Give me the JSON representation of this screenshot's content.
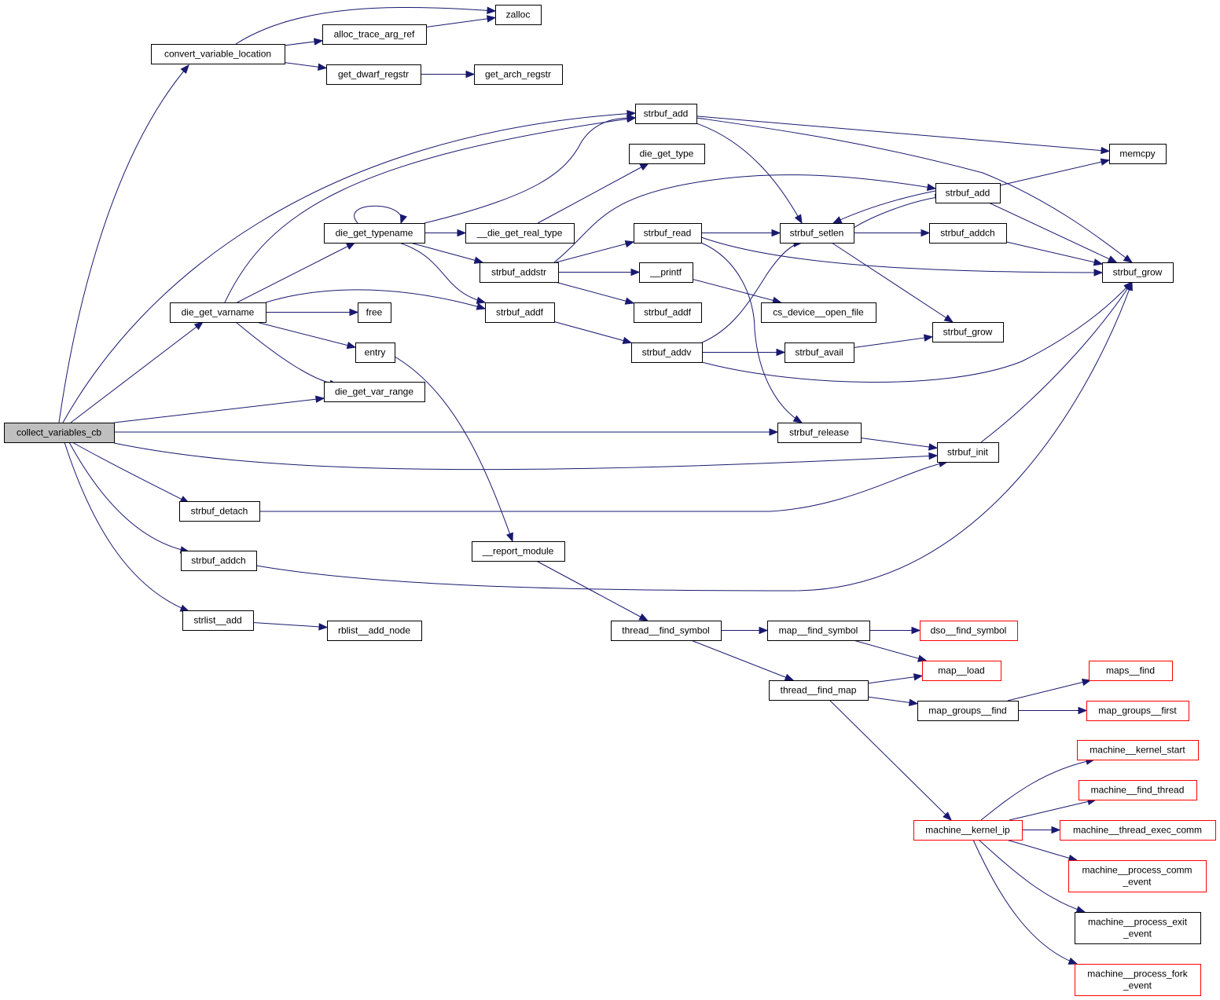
{
  "title": "collect_variables_cb call graph",
  "colors": {
    "edge": "#191970",
    "root_fill": "#bfbfbf",
    "external_border": "#ff0000",
    "node_border": "#000000"
  },
  "nodes": [
    {
      "id": "collect_variables_cb",
      "label": "collect_variables_cb",
      "kind": "root"
    },
    {
      "id": "convert_variable_location",
      "label": "convert_variable_location",
      "kind": "normal"
    },
    {
      "id": "zalloc",
      "label": "zalloc",
      "kind": "normal"
    },
    {
      "id": "alloc_trace_arg_ref",
      "label": "alloc_trace_arg_ref",
      "kind": "normal"
    },
    {
      "id": "get_dwarf_regstr",
      "label": "get_dwarf_regstr",
      "kind": "normal"
    },
    {
      "id": "get_arch_regstr",
      "label": "get_arch_regstr",
      "kind": "normal"
    },
    {
      "id": "strbuf_add_1",
      "label": "strbuf_add",
      "kind": "normal"
    },
    {
      "id": "die_get_type",
      "label": "die_get_type",
      "kind": "normal"
    },
    {
      "id": "memcpy",
      "label": "memcpy",
      "kind": "normal"
    },
    {
      "id": "strbuf_add_2",
      "label": "strbuf_add",
      "kind": "normal"
    },
    {
      "id": "die_get_typename",
      "label": "die_get_typename",
      "kind": "normal"
    },
    {
      "id": "__die_get_real_type",
      "label": "__die_get_real_type",
      "kind": "normal"
    },
    {
      "id": "strbuf_read",
      "label": "strbuf_read",
      "kind": "normal"
    },
    {
      "id": "strbuf_setlen",
      "label": "strbuf_setlen",
      "kind": "normal"
    },
    {
      "id": "strbuf_addch_1",
      "label": "strbuf_addch",
      "kind": "normal"
    },
    {
      "id": "strbuf_grow_1",
      "label": "strbuf_grow",
      "kind": "normal"
    },
    {
      "id": "strbuf_addstr",
      "label": "strbuf_addstr",
      "kind": "normal"
    },
    {
      "id": "__printf",
      "label": "__printf",
      "kind": "normal"
    },
    {
      "id": "die_get_varname",
      "label": "die_get_varname",
      "kind": "normal"
    },
    {
      "id": "free",
      "label": "free",
      "kind": "normal"
    },
    {
      "id": "strbuf_addf_1",
      "label": "strbuf_addf",
      "kind": "normal"
    },
    {
      "id": "strbuf_addf_2",
      "label": "strbuf_addf",
      "kind": "normal"
    },
    {
      "id": "cs_device__open_file",
      "label": "cs_device__open_file",
      "kind": "normal"
    },
    {
      "id": "strbuf_grow_2",
      "label": "strbuf_grow",
      "kind": "normal"
    },
    {
      "id": "entry",
      "label": "entry",
      "kind": "normal"
    },
    {
      "id": "strbuf_addv",
      "label": "strbuf_addv",
      "kind": "normal"
    },
    {
      "id": "strbuf_avail",
      "label": "strbuf_avail",
      "kind": "normal"
    },
    {
      "id": "die_get_var_range",
      "label": "die_get_var_range",
      "kind": "normal"
    },
    {
      "id": "strbuf_release",
      "label": "strbuf_release",
      "kind": "normal"
    },
    {
      "id": "strbuf_init",
      "label": "strbuf_init",
      "kind": "normal"
    },
    {
      "id": "strbuf_detach",
      "label": "strbuf_detach",
      "kind": "normal"
    },
    {
      "id": "__report_module",
      "label": "__report_module",
      "kind": "normal"
    },
    {
      "id": "strbuf_addch_2",
      "label": "strbuf_addch",
      "kind": "normal"
    },
    {
      "id": "strlist__add",
      "label": "strlist__add",
      "kind": "normal"
    },
    {
      "id": "rblist__add_node",
      "label": "rblist__add_node",
      "kind": "normal"
    },
    {
      "id": "thread__find_symbol",
      "label": "thread__find_symbol",
      "kind": "normal"
    },
    {
      "id": "map__find_symbol",
      "label": "map__find_symbol",
      "kind": "normal"
    },
    {
      "id": "dso__find_symbol",
      "label": "dso__find_symbol",
      "kind": "external"
    },
    {
      "id": "map__load",
      "label": "map__load",
      "kind": "external"
    },
    {
      "id": "thread__find_map",
      "label": "thread__find_map",
      "kind": "normal"
    },
    {
      "id": "maps__find",
      "label": "maps__find",
      "kind": "external"
    },
    {
      "id": "map_groups__find",
      "label": "map_groups__find",
      "kind": "normal"
    },
    {
      "id": "map_groups__first",
      "label": "map_groups__first",
      "kind": "external"
    },
    {
      "id": "machine__kernel_start",
      "label": "machine__kernel_start",
      "kind": "external"
    },
    {
      "id": "machine__find_thread",
      "label": "machine__find_thread",
      "kind": "external"
    },
    {
      "id": "machine__kernel_ip",
      "label": "machine__kernel_ip",
      "kind": "external"
    },
    {
      "id": "machine__thread_exec_comm",
      "label": "machine__thread_exec_comm",
      "kind": "external"
    },
    {
      "id": "machine__process_comm_event",
      "label": "machine__process_comm\n_event",
      "kind": "external"
    },
    {
      "id": "machine__process_exit_event",
      "label": "machine__process_exit\n_event",
      "kind": "normal"
    },
    {
      "id": "machine__process_fork_event",
      "label": "machine__process_fork\n_event",
      "kind": "external"
    }
  ],
  "edges": [
    [
      "collect_variables_cb",
      "convert_variable_location"
    ],
    [
      "convert_variable_location",
      "zalloc"
    ],
    [
      "convert_variable_location",
      "alloc_trace_arg_ref"
    ],
    [
      "convert_variable_location",
      "get_dwarf_regstr"
    ],
    [
      "alloc_trace_arg_ref",
      "zalloc"
    ],
    [
      "get_dwarf_regstr",
      "get_arch_regstr"
    ],
    [
      "collect_variables_cb",
      "strbuf_add_1"
    ],
    [
      "collect_variables_cb",
      "die_get_varname"
    ],
    [
      "collect_variables_cb",
      "die_get_var_range"
    ],
    [
      "collect_variables_cb",
      "strbuf_release"
    ],
    [
      "collect_variables_cb",
      "strbuf_init"
    ],
    [
      "collect_variables_cb",
      "strbuf_detach"
    ],
    [
      "collect_variables_cb",
      "strbuf_addch_2"
    ],
    [
      "collect_variables_cb",
      "strlist__add"
    ],
    [
      "die_get_varname",
      "strbuf_add_1"
    ],
    [
      "die_get_varname",
      "die_get_typename"
    ],
    [
      "die_get_varname",
      "free"
    ],
    [
      "die_get_varname",
      "strbuf_addf_1"
    ],
    [
      "die_get_varname",
      "entry"
    ],
    [
      "die_get_varname",
      "die_get_var_range"
    ],
    [
      "die_get_typename",
      "die_get_typename"
    ],
    [
      "die_get_typename",
      "strbuf_add_1"
    ],
    [
      "die_get_typename",
      "__die_get_real_type"
    ],
    [
      "die_get_typename",
      "strbuf_addstr"
    ],
    [
      "die_get_typename",
      "strbuf_addf_1"
    ],
    [
      "__die_get_real_type",
      "die_get_type"
    ],
    [
      "strbuf_add_1",
      "memcpy"
    ],
    [
      "strbuf_add_1",
      "strbuf_grow_1"
    ],
    [
      "strbuf_add_1",
      "strbuf_setlen"
    ],
    [
      "strbuf_addstr",
      "strbuf_add_2"
    ],
    [
      "strbuf_addstr",
      "strbuf_read"
    ],
    [
      "strbuf_addstr",
      "__printf"
    ],
    [
      "strbuf_addstr",
      "strbuf_addf_2"
    ],
    [
      "strbuf_read",
      "strbuf_setlen"
    ],
    [
      "strbuf_read",
      "strbuf_grow_1"
    ],
    [
      "strbuf_read",
      "strbuf_release"
    ],
    [
      "__printf",
      "cs_device__open_file"
    ],
    [
      "strbuf_addf_1",
      "strbuf_addv"
    ],
    [
      "strbuf_addv",
      "strbuf_setlen"
    ],
    [
      "strbuf_addv",
      "strbuf_avail"
    ],
    [
      "strbuf_addv",
      "strbuf_grow_1"
    ],
    [
      "strbuf_avail",
      "strbuf_grow_2"
    ],
    [
      "strbuf_setlen",
      "strbuf_add_2"
    ],
    [
      "strbuf_setlen",
      "strbuf_addch_1"
    ],
    [
      "strbuf_setlen",
      "strbuf_grow_2"
    ],
    [
      "strbuf_add_2",
      "strbuf_setlen"
    ],
    [
      "strbuf_add_2",
      "memcpy"
    ],
    [
      "strbuf_add_2",
      "strbuf_grow_1"
    ],
    [
      "strbuf_addch_1",
      "strbuf_grow_1"
    ],
    [
      "strbuf_release",
      "strbuf_init"
    ],
    [
      "strbuf_init",
      "strbuf_grow_1"
    ],
    [
      "strbuf_detach",
      "strbuf_init"
    ],
    [
      "strbuf_addch_2",
      "strbuf_grow_1"
    ],
    [
      "entry",
      "__report_module"
    ],
    [
      "strlist__add",
      "rblist__add_node"
    ],
    [
      "__report_module",
      "thread__find_symbol"
    ],
    [
      "thread__find_symbol",
      "map__find_symbol"
    ],
    [
      "thread__find_symbol",
      "thread__find_map"
    ],
    [
      "map__find_symbol",
      "dso__find_symbol"
    ],
    [
      "map__find_symbol",
      "map__load"
    ],
    [
      "thread__find_map",
      "map__load"
    ],
    [
      "thread__find_map",
      "map_groups__find"
    ],
    [
      "thread__find_map",
      "machine__kernel_ip"
    ],
    [
      "map_groups__find",
      "maps__find"
    ],
    [
      "map_groups__find",
      "map_groups__first"
    ],
    [
      "machine__kernel_ip",
      "machine__kernel_start"
    ],
    [
      "machine__kernel_ip",
      "machine__find_thread"
    ],
    [
      "machine__kernel_ip",
      "machine__thread_exec_comm"
    ],
    [
      "machine__kernel_ip",
      "machine__process_comm_event"
    ],
    [
      "machine__kernel_ip",
      "machine__process_exit_event"
    ],
    [
      "machine__kernel_ip",
      "machine__process_fork_event"
    ]
  ]
}
